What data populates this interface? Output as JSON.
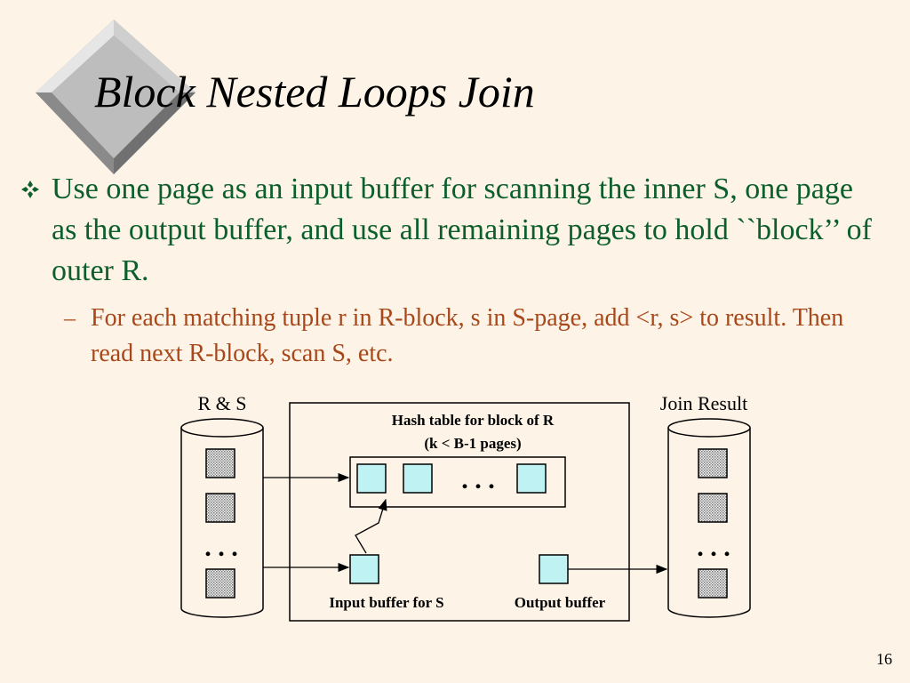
{
  "slide": {
    "title": "Block Nested Loops Join",
    "page_number": "16"
  },
  "bullet": {
    "icon": "four-diamond-bullet-icon",
    "text": "Use one page as an input buffer for scanning the inner S, one page as the output buffer, and use all remaining pages to hold ``block’’ of outer R."
  },
  "sub_bullet": {
    "dash": "–",
    "text": "For each matching tuple r in R-block, s in S-page, add <r, s> to result.  Then read next R-block, scan S, etc."
  },
  "diagram": {
    "left_disk_label": "R & S",
    "right_disk_label": "Join Result",
    "hash_table_label_line1": "Hash table for block of R",
    "hash_table_label_line2": "(k < B-1 pages)",
    "input_buffer_label": "Input buffer for S",
    "output_buffer_label": "Output buffer",
    "ellipsis": ". . .",
    "colors": {
      "buffer_fill": "#bff3f3",
      "page_pattern": "#888888"
    }
  }
}
